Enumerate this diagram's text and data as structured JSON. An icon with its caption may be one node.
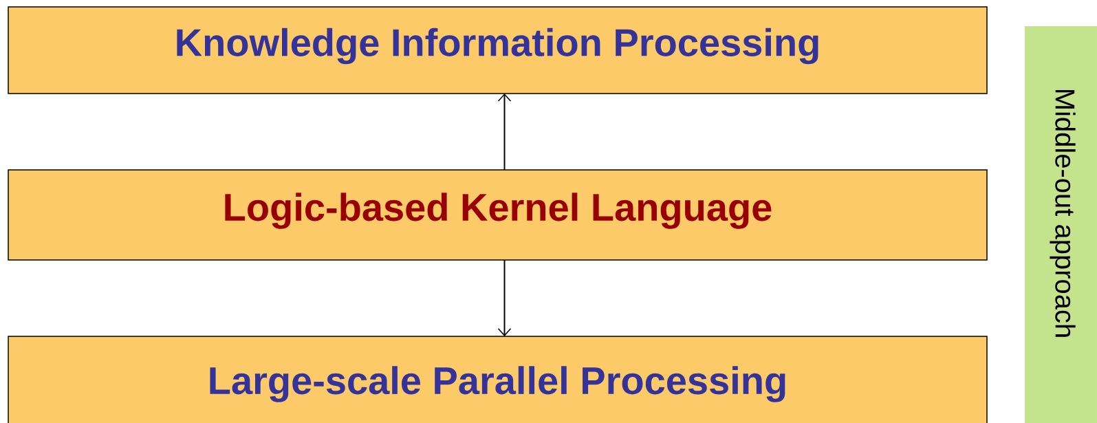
{
  "diagram": {
    "nodes": [
      {
        "text": [
          "Knowledge Information Processing"
        ]
      },
      {
        "text": [
          "Logic-based Kernel Language"
        ]
      },
      {
        "text": [
          "Large-scale Parallel Processing"
        ]
      },
      {
        "text": [
          "Middle-out approach"
        ]
      }
    ],
    "edges": [
      {
        "from": 1,
        "to": 0,
        "arrow": "to"
      },
      {
        "from": 1,
        "to": 2,
        "arrow": "to"
      }
    ]
  }
}
